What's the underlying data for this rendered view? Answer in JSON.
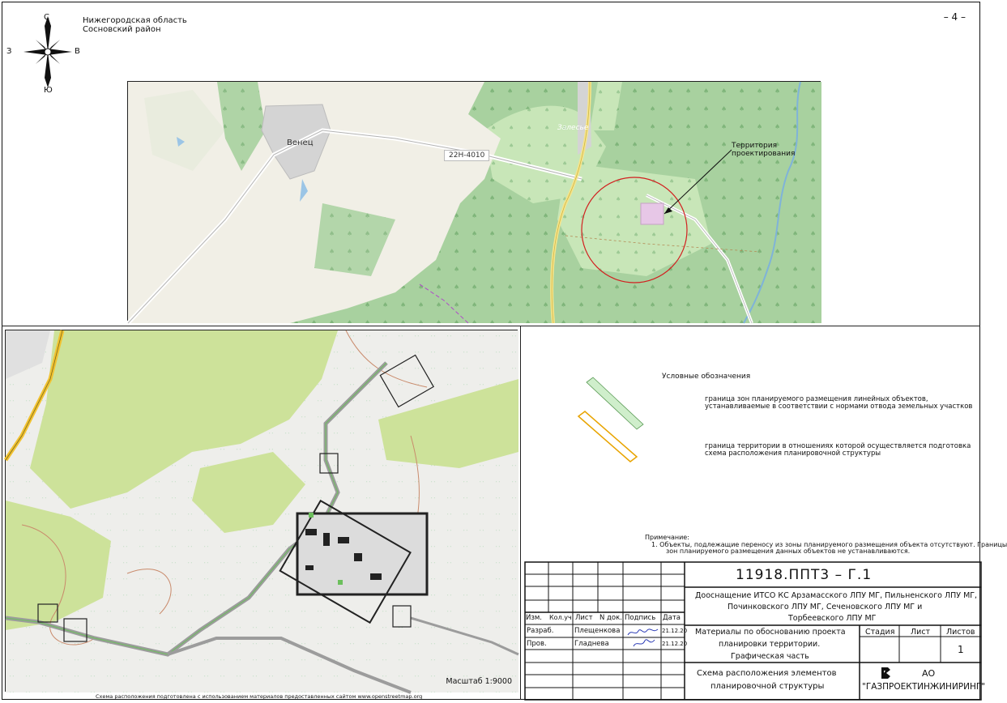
{
  "header": {
    "region_line1": "Нижегородская область",
    "region_line2": "Сосновский район",
    "page_number": "– 4 –"
  },
  "compass": {
    "north": "С",
    "south": "Ю",
    "west": "З",
    "east": "В"
  },
  "overview_map": {
    "village_label": "Венец",
    "road_label": "22Н-4010",
    "settlement_label": "Залесье",
    "pointer_line1": "Территория",
    "pointer_line2": "проектирования"
  },
  "detail_map": {
    "scale_label": "Масштаб 1:9000",
    "credit": "Схема расположения подготовлена с использованием материалов предоставленных сайтом www.openstreetmap.org"
  },
  "legend": {
    "title": "Условные обозначения",
    "item1_line1": "граница зон планируемого размещения линейных объектов,",
    "item1_line2": "устанавливаемые в соответствии с нормами отвода земельных участков",
    "item2_line1": "граница территории в отношениях которой осуществляется подготовка",
    "item2_line2": "схема расположения планировочной структуры",
    "colors": {
      "linear_zone": "#cfeecb",
      "linear_zone_stroke": "#5a9a55",
      "territory_stroke": "#e8a400"
    }
  },
  "note": {
    "title": "Примечание:",
    "line1": "1.   Объекты, подлежащие переносу из зоны планируемого размещения объекта отсутствуют. Границы",
    "line2": "зон   планируемого размещения данных объектов не устанавливаются."
  },
  "stamp": {
    "code": "11918.ППТ3  –  Г.1",
    "title_line1": "Дооснащение ИТСО КС Арзамасского ЛПУ МГ, Пильненского ЛПУ МГ,",
    "title_line2": "Починковского ЛПУ МГ, Сеченовского ЛПУ МГ и",
    "title_line3": "Торбеевского ЛПУ МГ",
    "headers": [
      "Изм.",
      "Кол.уч.",
      "Лист",
      "N док.",
      "Подпись",
      "Дата"
    ],
    "row1": {
      "role": "Разраб.",
      "name": "Плещенкова",
      "date": "21.12.20"
    },
    "row2": {
      "role": "Пров.",
      "name": "Гладнева",
      "date": "21.12.20"
    },
    "doc_line1": "Материалы по обоснованию проекта",
    "doc_line2": "планировки территории.",
    "doc_line3": "Графическая часть",
    "stage_label": "Стадия",
    "sheet_label": "Лист",
    "sheets_label": "Листов",
    "sheets_value": "1",
    "scheme_line1": "Схема расположения элементов",
    "scheme_line2": "планировочной структуры",
    "org_line1": "АО",
    "org_line2": "\"ГАЗПРОЕКТИНЖИНИРИНГ\""
  }
}
